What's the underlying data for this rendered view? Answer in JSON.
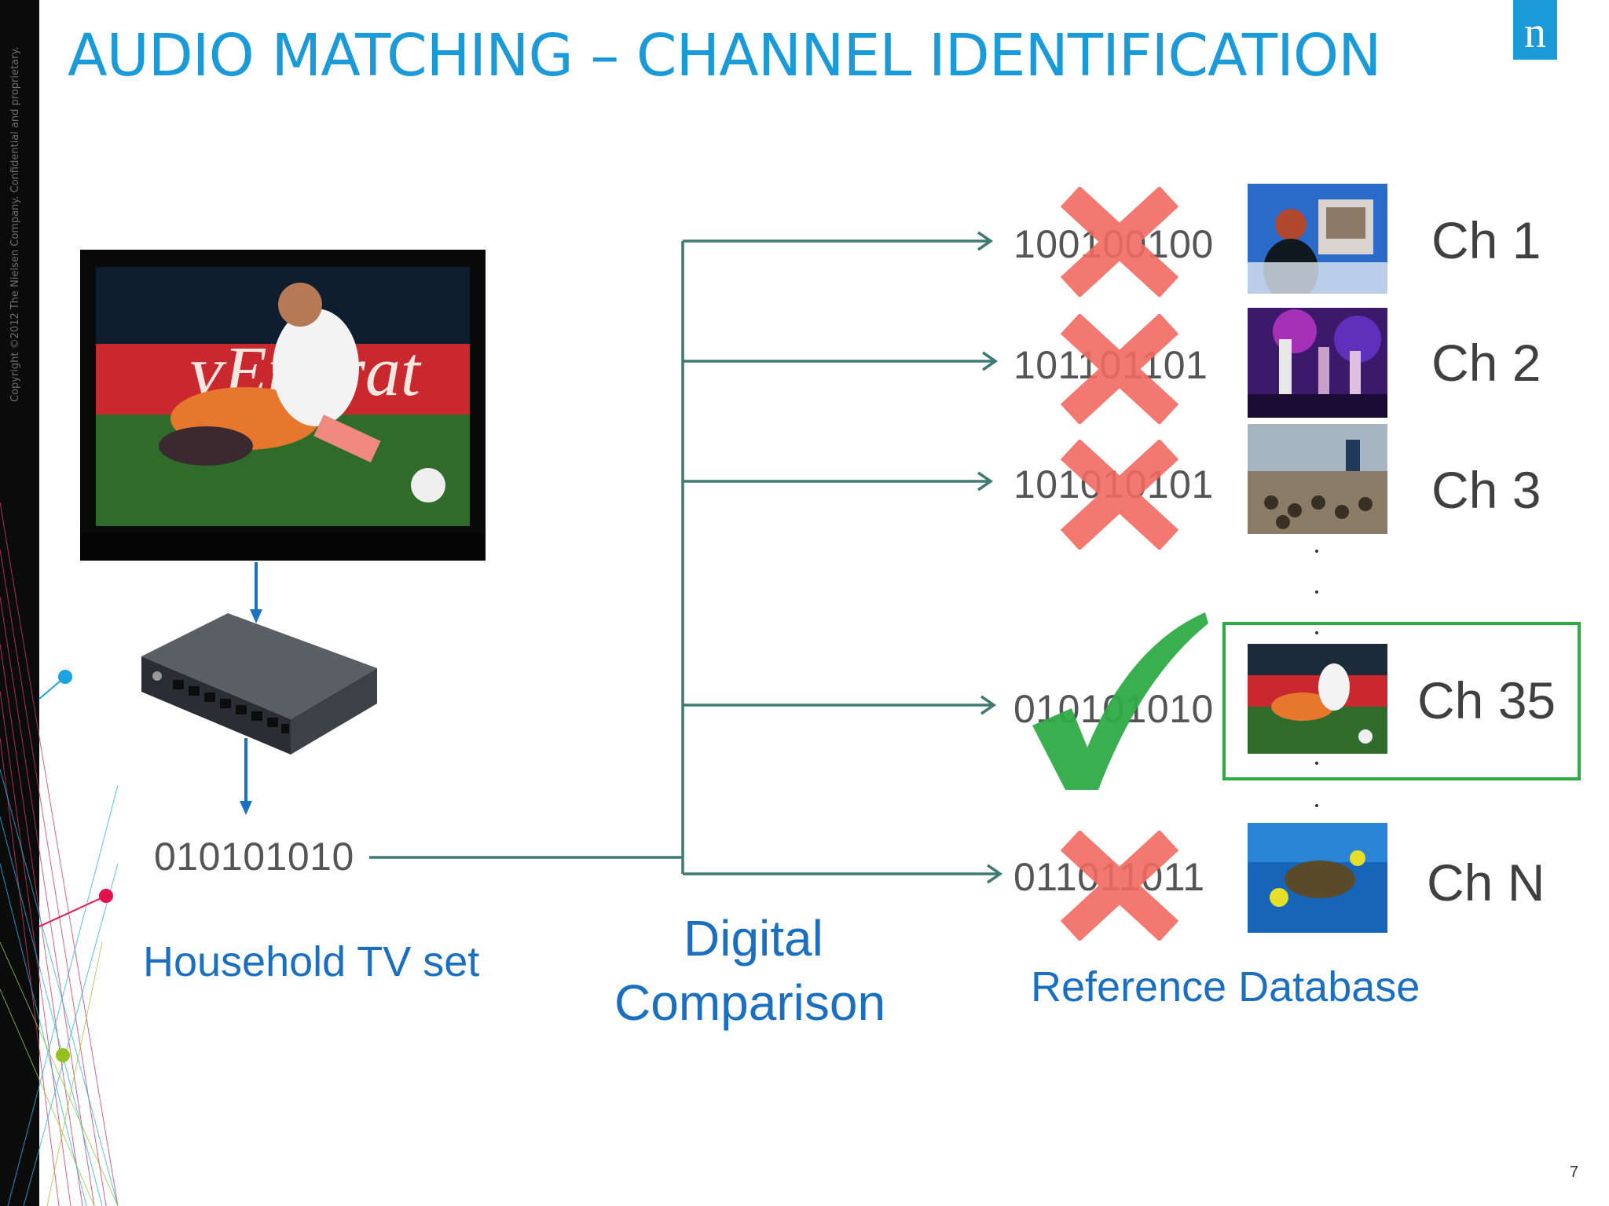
{
  "slide": {
    "title": "AUDIO MATCHING – CHANNEL IDENTIFICATION",
    "copyright": "Copyright ©2012 The Nielsen Company. Confidential and proprietary.",
    "page_number": "7",
    "logo_letter": "n"
  },
  "household": {
    "signature": "010101010",
    "label": "Household TV set"
  },
  "comparison": {
    "line1": "Digital",
    "line2": "Comparison"
  },
  "reference": {
    "label": "Reference Database",
    "channels": [
      {
        "code": "100100100",
        "channel": "Ch 1",
        "result": "no-match"
      },
      {
        "code": "101101101",
        "channel": "Ch 2",
        "result": "no-match"
      },
      {
        "code": "101010101",
        "channel": "Ch 3",
        "result": "no-match"
      },
      {
        "code": "010101010",
        "channel": "Ch 35",
        "result": "match"
      },
      {
        "code": "011011011",
        "channel": "Ch N",
        "result": "no-match"
      }
    ]
  },
  "colors": {
    "title_blue": "#1a9bd7",
    "label_blue": "#1a6fc0",
    "connector": "#3f7a72",
    "arrow_blue": "#1a72c4",
    "cross_red": "#f26a60",
    "check_green": "#2fab46",
    "match_border": "#2fab46"
  }
}
